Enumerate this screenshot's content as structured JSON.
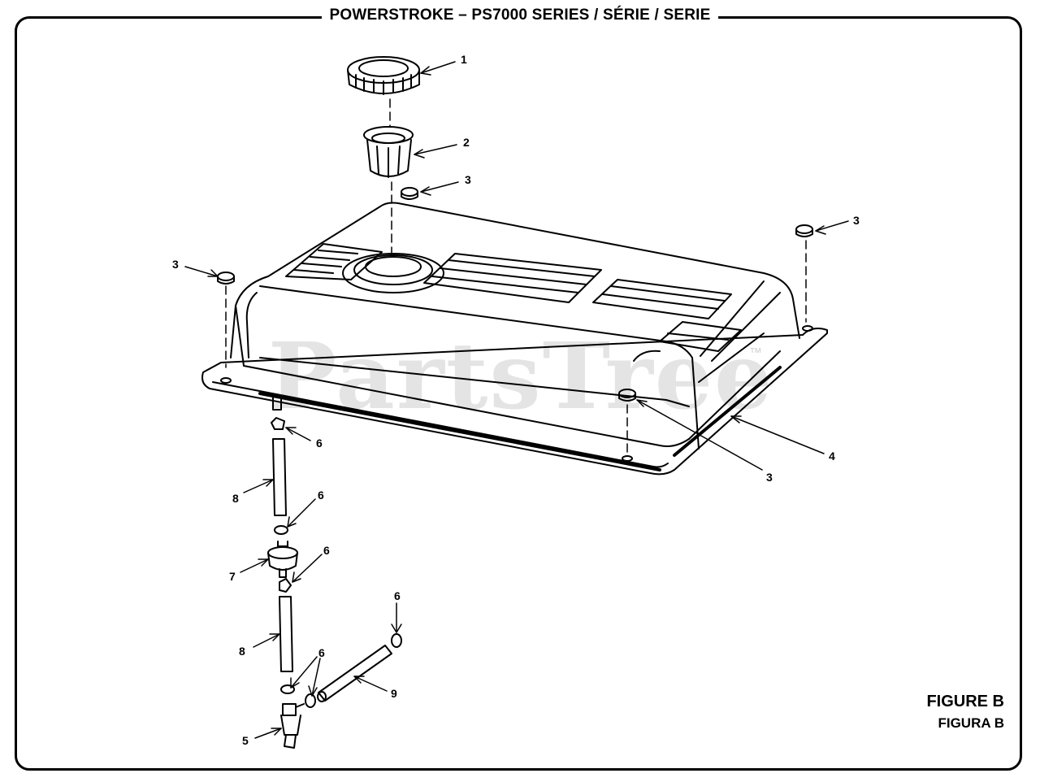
{
  "header": {
    "title": "POWERSTROKE – PS7000 SERIES / SÉRIE / SERIE"
  },
  "figure": {
    "label_en": "FIGURE B",
    "label_es": "FIGURA B"
  },
  "watermark": {
    "text": "PartsTree",
    "trademark": "™"
  },
  "callouts": [
    {
      "id": "c1",
      "text": "1"
    },
    {
      "id": "c2",
      "text": "2"
    },
    {
      "id": "c3a",
      "text": "3"
    },
    {
      "id": "c3b",
      "text": "3"
    },
    {
      "id": "c3c",
      "text": "3"
    },
    {
      "id": "c3d",
      "text": "3"
    },
    {
      "id": "c4",
      "text": "4"
    },
    {
      "id": "c6a",
      "text": "6"
    },
    {
      "id": "c8a",
      "text": "8"
    },
    {
      "id": "c6b",
      "text": "6"
    },
    {
      "id": "c6c",
      "text": "6"
    },
    {
      "id": "c7",
      "text": "7"
    },
    {
      "id": "c6d",
      "text": "6"
    },
    {
      "id": "c8b",
      "text": "8"
    },
    {
      "id": "c6e",
      "text": "6"
    },
    {
      "id": "c9",
      "text": "9"
    },
    {
      "id": "c5",
      "text": "5"
    }
  ],
  "colors": {
    "line": "#000000",
    "background": "#ffffff",
    "watermark": "#d9d9d9"
  }
}
